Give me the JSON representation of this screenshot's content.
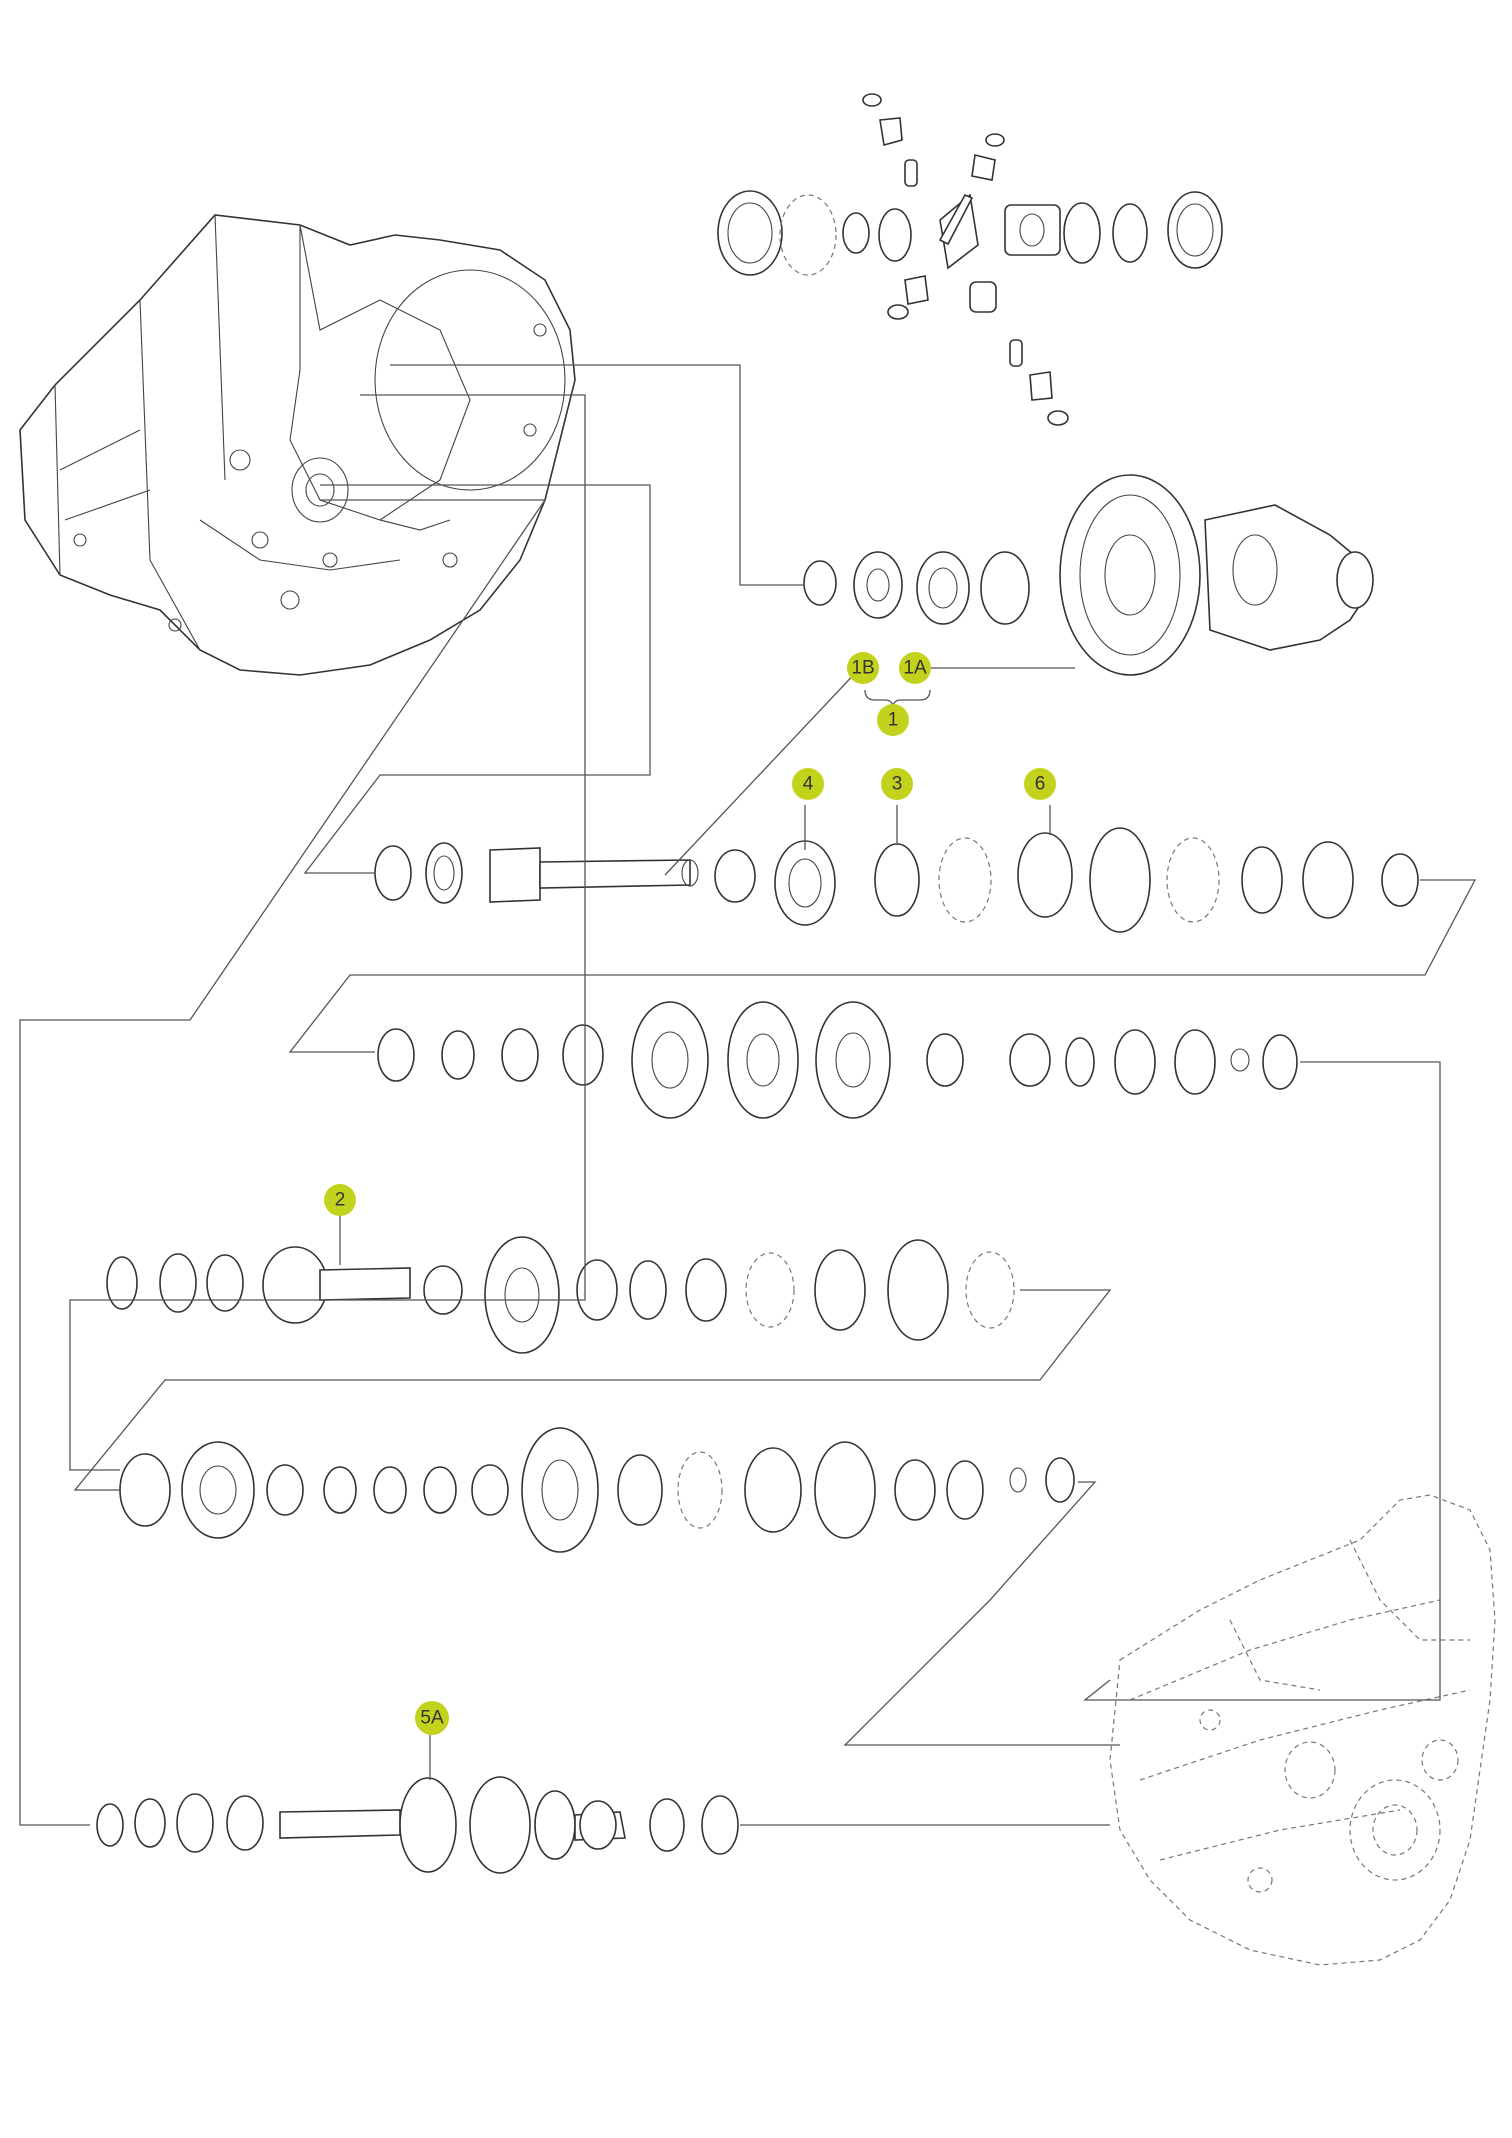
{
  "diagram": {
    "callouts": [
      {
        "id": "1B",
        "label": "1B"
      },
      {
        "id": "1A",
        "label": "1A"
      },
      {
        "id": "1",
        "label": "1"
      },
      {
        "id": "4",
        "label": "4"
      },
      {
        "id": "3",
        "label": "3"
      },
      {
        "id": "6",
        "label": "6"
      },
      {
        "id": "2",
        "label": "2"
      },
      {
        "id": "5A",
        "label": "5A"
      }
    ],
    "accent_color": "#c3d21c",
    "line_color": "#3a3a3a",
    "components": [
      "gearbox-housing-front",
      "gearbox-housing-rear",
      "differential-assembly",
      "input-shaft-assembly",
      "output-shaft-assembly",
      "reverse-shaft-assembly"
    ]
  }
}
